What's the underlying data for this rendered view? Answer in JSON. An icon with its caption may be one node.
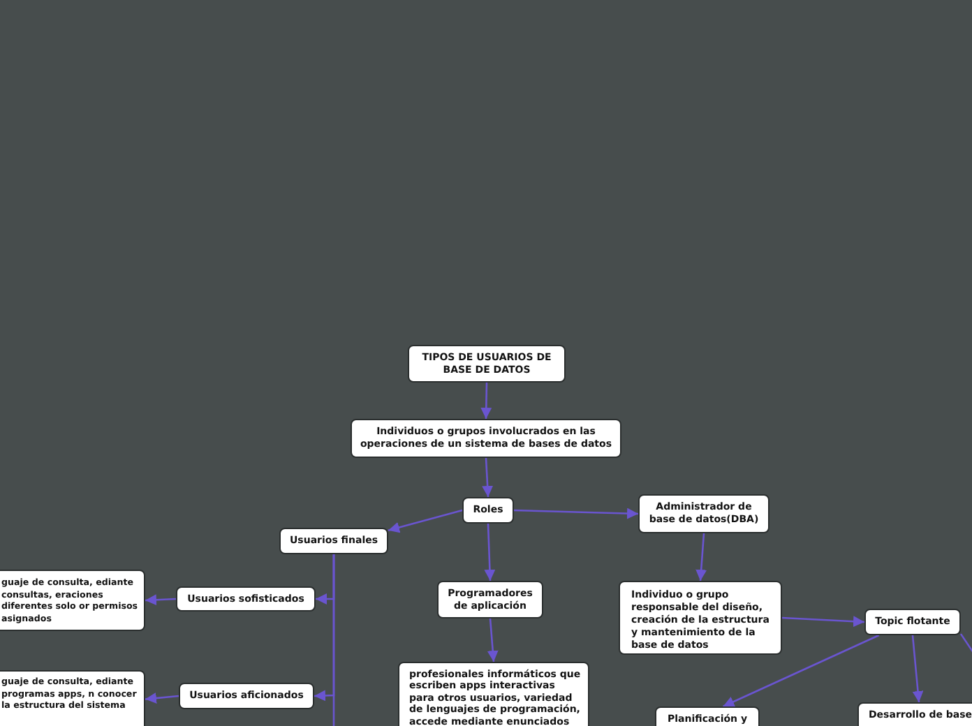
{
  "diagram": {
    "nodes": [
      {
        "text": [
          "TIPOS DE USUARIOS DE BASE DE DATOS"
        ]
      },
      {
        "text": [
          "Individuos o grupos involucrados en las operaciones de un sistema de bases de datos"
        ]
      },
      {
        "text": [
          "Roles"
        ]
      },
      {
        "text": [
          "Usuarios finales"
        ]
      },
      {
        "text": [
          "Programadores de aplicación"
        ]
      },
      {
        "text": [
          "Administrador de base de datos(DBA)"
        ]
      },
      {
        "text": [
          "Usuarios sofisticados"
        ]
      },
      {
        "text": [
          "guaje de consulta, ediante consultas, eraciones diferentes solo or permisos asignados"
        ]
      },
      {
        "text": [
          "Individuo o grupo responsable del diseño, creación de la estructura y mantenimiento de la base de datos"
        ]
      },
      {
        "text": [
          "Topic flotante"
        ]
      },
      {
        "text": [
          "Usuarios aficionados"
        ]
      },
      {
        "text": [
          "guaje de consulta, ediante programas apps, n conocer la estructura del sistema"
        ]
      },
      {
        "text": [
          "profesionales informáticos que escriben apps interactivas para otros usuarios, variedad de lenguajes de programación, accede mediante enunciados"
        ]
      },
      {
        "text": [
          "Planificación y"
        ]
      },
      {
        "text": [
          "Desarrollo de base"
        ]
      }
    ],
    "edges": [
      {
        "from": 0,
        "to": 1,
        "arrow": "to"
      },
      {
        "from": 1,
        "to": 2,
        "arrow": "to"
      },
      {
        "from": 2,
        "to": 3,
        "arrow": "to"
      },
      {
        "from": 2,
        "to": 4,
        "arrow": "to"
      },
      {
        "from": 2,
        "to": 5,
        "arrow": "to"
      },
      {
        "from": 3,
        "to": 6,
        "arrow": "to"
      },
      {
        "from": 3,
        "to": 10,
        "arrow": "to"
      },
      {
        "from": 3,
        "to": null,
        "arrow": "none"
      },
      {
        "from": 6,
        "to": 7,
        "arrow": "to"
      },
      {
        "from": 10,
        "to": 11,
        "arrow": "to"
      },
      {
        "from": 4,
        "to": 12,
        "arrow": "to"
      },
      {
        "from": 5,
        "to": 8,
        "arrow": "to"
      },
      {
        "from": 8,
        "to": 9,
        "arrow": "to"
      },
      {
        "from": 9,
        "to": 13,
        "arrow": "to"
      },
      {
        "from": 9,
        "to": 14,
        "arrow": "to"
      },
      {
        "from": 9,
        "to": null,
        "arrow": "none"
      }
    ]
  }
}
